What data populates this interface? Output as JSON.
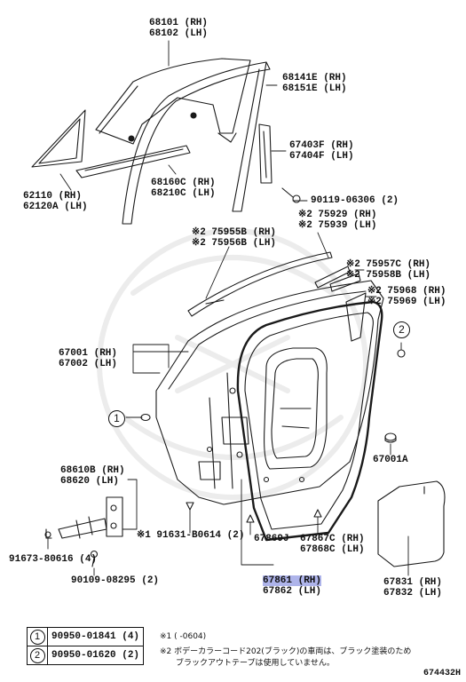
{
  "labels": {
    "window_glass": {
      "a": "68101 (RH)",
      "b": "68102 (LH)"
    },
    "glass_run": {
      "a": "68141E (RH)",
      "b": "68151E (LH)"
    },
    "frame_sash": {
      "a": "67403F (RH)",
      "b": "67404F (LH)"
    },
    "screw_1": {
      "a": "90119-06306 (2)"
    },
    "belt_weatherstrip": {
      "a": "68160C (RH)",
      "b": "68210C (LH)"
    },
    "quarter_glass": {
      "a": "62110 (RH)",
      "b": "62120A (LH)"
    },
    "molding_upper": {
      "a": "※2 75955B (RH)",
      "b": "※2 75956B (LH)"
    },
    "molding_outer": {
      "a": "※2 75929 (RH)",
      "b": "※2 75939 (LH)"
    },
    "molding_front": {
      "a": "※2 75957C (RH)",
      "b": "※2 75958B (LH)"
    },
    "molding_rear": {
      "a": "※2 75968 (RH)",
      "b": "※2 75969 (LH)"
    },
    "door_panel": {
      "a": "67001 (RH)",
      "b": "67002 (LH)"
    },
    "plug": {
      "a": "67001A"
    },
    "hinge": {
      "a": "68610B (RH)",
      "b": "68620 (LH)"
    },
    "clip_note": {
      "a": "※1 91631-B0614 (2)"
    },
    "bolt_1": {
      "a": "91673-80616 (4)"
    },
    "bolt_2": {
      "a": "90109-08295 (2)"
    },
    "weatherstrip_clip": {
      "a": "67869J"
    },
    "door_seal": {
      "a": "67867C (RH)",
      "b": "67868C (LH)"
    },
    "door_weatherstrip": {
      "a": "67861 (RH)",
      "b": "67862 (LH)"
    },
    "service_hole_cover": {
      "a": "67831 (RH)",
      "b": "67832 (LH)"
    }
  },
  "callouts": {
    "one": "1",
    "two": "2"
  },
  "legend": [
    {
      "mark": "1",
      "part": "90950-01841 (4)"
    },
    {
      "mark": "2",
      "part": "90950-01620 (2)"
    }
  ],
  "notes": {
    "note1": "※1 (      -0604)",
    "note2_line1": "※2 ボデーカラーコード202(ブラック)の車両は、ブラック塗装のため",
    "note2_line2": "ブラックアウトテープは使用していません。"
  },
  "diagram_id": "674432H",
  "highlight_color": "#aeb4ea"
}
